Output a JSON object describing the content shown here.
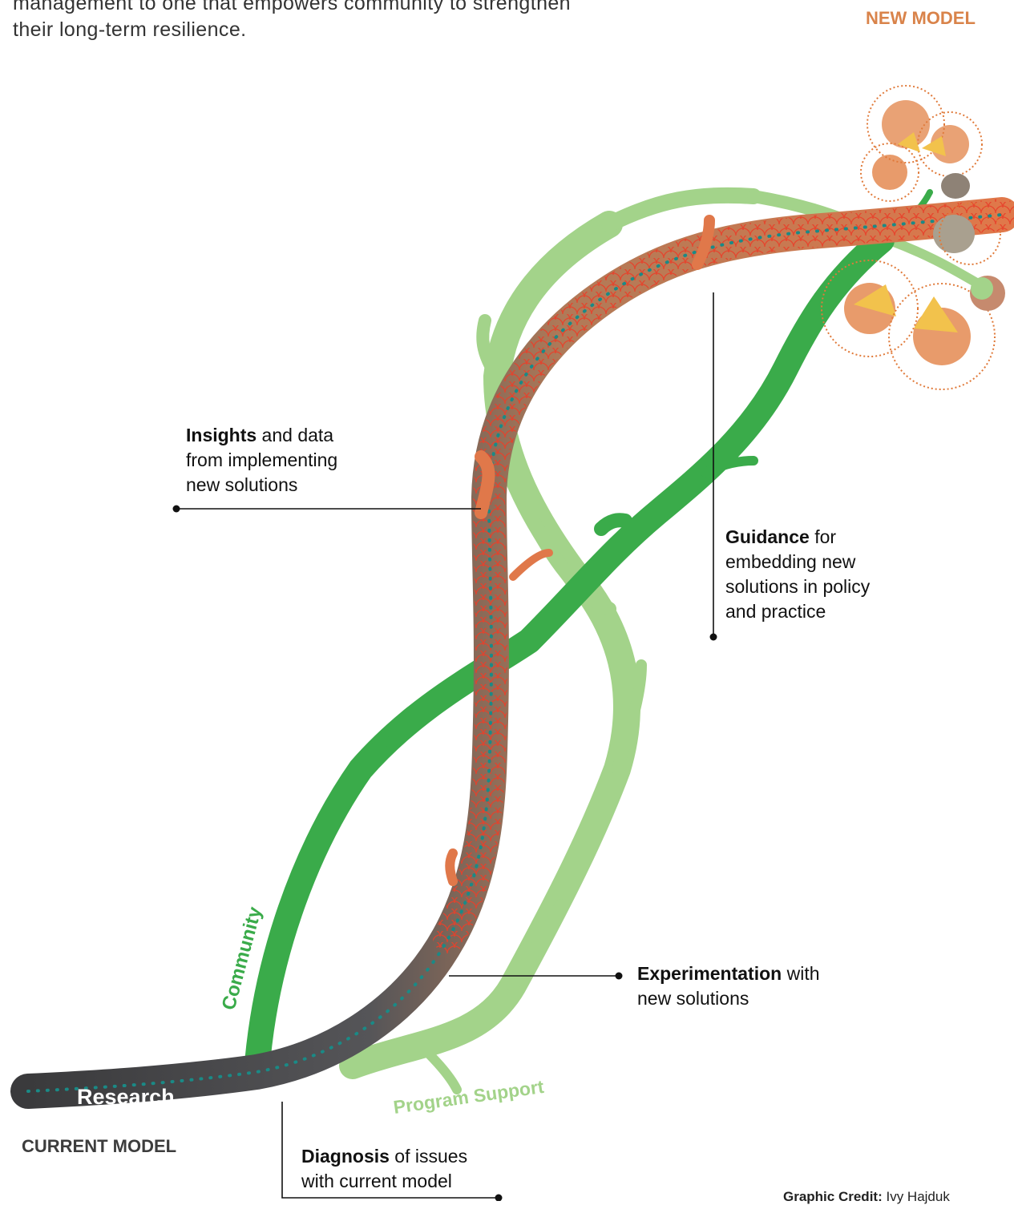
{
  "intro": {
    "line1": "management to one that empowers community to strengthen",
    "line2": "their long-term resilience."
  },
  "labels": {
    "new_model": "NEW MODEL",
    "current_model": "CURRENT MODEL"
  },
  "branches": {
    "research": "Research",
    "community": "Community",
    "program_support": "Program Support"
  },
  "callouts": {
    "insights": {
      "bold": "Insights",
      "rest": " and data",
      "line2": "from implementing",
      "line3": "new solutions"
    },
    "guidance": {
      "bold": "Guidance",
      "rest": " for",
      "line2": "embedding new",
      "line3": "solutions in policy",
      "line4": "and practice"
    },
    "experimentation": {
      "bold": "Experimentation",
      "rest": " with",
      "line2": "new solutions"
    },
    "diagnosis": {
      "bold": "Diagnosis",
      "rest": " of issues",
      "line2": "with current model"
    }
  },
  "credit": {
    "bold": "Graphic Credit:",
    "rest": " Ivy Hajduk"
  },
  "colors": {
    "research_branch": "#e0784a",
    "research_pattern": "#e8402a",
    "research_dots": "#1a8a86",
    "community_branch": "#3aab4a",
    "program_branch": "#a3d38a",
    "current_model": "#4a4a4a",
    "new_model": "#d9834a",
    "flower_petal": "#f2c24c",
    "flower_stamen": "#e07a3a"
  }
}
